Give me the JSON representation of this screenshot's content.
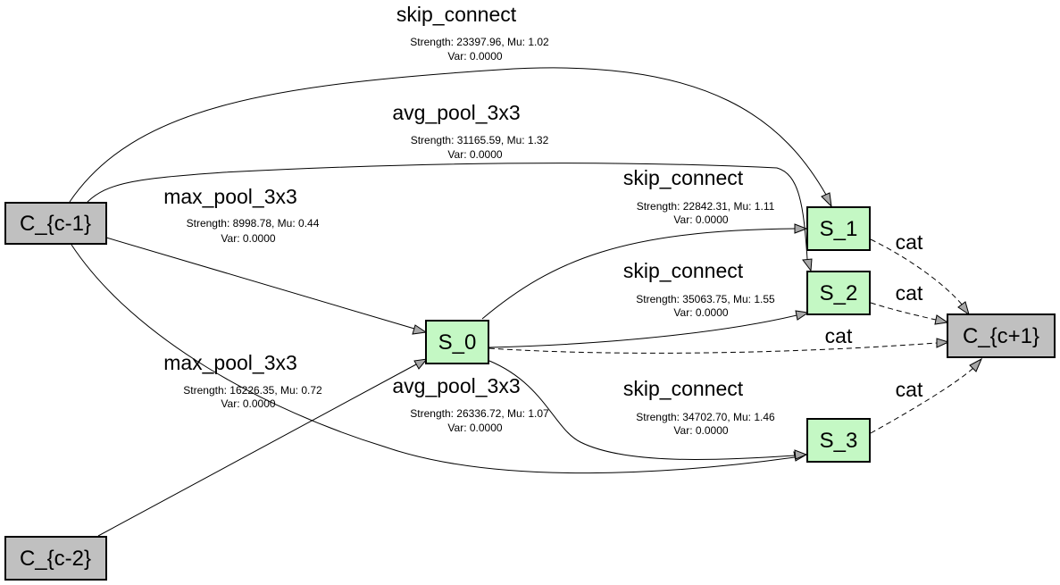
{
  "colors": {
    "input_node_fill": "#c0c0c0",
    "intermediate_node_fill": "#c4f8c4",
    "output_node_fill": "#c0c0c0",
    "arrowhead_fill": "#a8a8a8"
  },
  "nodes": {
    "c_prev": "C_{c-1}",
    "c_prev_prev": "C_{c-2}",
    "s0": "S_0",
    "s1": "S_1",
    "s2": "S_2",
    "s3": "S_3",
    "c_out": "C_{c+1}"
  },
  "edges": {
    "cprev_s1": {
      "op": "skip_connect",
      "stats": "Strength: 23397.96, Mu: 1.02",
      "var": "Var: 0.0000"
    },
    "cprev_s2": {
      "op": "avg_pool_3x3",
      "stats": "Strength: 31165.59, Mu: 1.32",
      "var": "Var: 0.0000"
    },
    "cprev_s0": {
      "op": "max_pool_3x3",
      "stats": "Strength: 8998.78, Mu: 0.44",
      "var": "Var: 0.0000"
    },
    "cprev_s3": {
      "op": "max_pool_3x3",
      "stats": "Strength: 16226.35, Mu: 0.72",
      "var": "Var: 0.0000"
    },
    "cprevprev_s0": {
      "op": "avg_pool_3x3",
      "stats": "Strength: 26336.72, Mu: 1.07",
      "var": "Var: 0.0000"
    },
    "s0_s1": {
      "op": "skip_connect",
      "stats": "Strength: 22842.31, Mu: 1.11",
      "var": "Var: 0.0000"
    },
    "s0_s2": {
      "op": "skip_connect",
      "stats": "Strength: 35063.75, Mu: 1.55",
      "var": "Var: 0.0000"
    },
    "s0_s3": {
      "op": "skip_connect",
      "stats": "Strength: 34702.70, Mu: 1.46",
      "var": "Var: 0.0000"
    }
  },
  "concat": {
    "s1": "cat",
    "s2": "cat",
    "s0": "cat",
    "s3": "cat"
  }
}
